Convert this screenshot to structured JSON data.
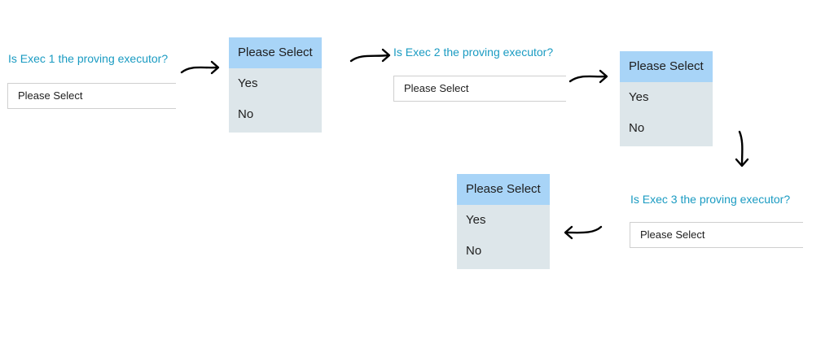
{
  "step1": {
    "question": "Is Exec 1 the proving executor?",
    "select_value": "Please Select",
    "options": [
      "Please Select",
      "Yes",
      "No"
    ]
  },
  "step2": {
    "question": "Is Exec 2 the proving executor?",
    "select_value": "Please Select",
    "options": [
      "Please Select",
      "Yes",
      "No"
    ]
  },
  "step3": {
    "question": "Is Exec 3 the proving executor?",
    "select_value": "Please Select",
    "options": [
      "Please Select",
      "Yes",
      "No"
    ]
  },
  "arrows": [
    {
      "icon": "arrow-right-icon"
    },
    {
      "icon": "arrow-right-icon"
    },
    {
      "icon": "arrow-right-icon"
    },
    {
      "icon": "arrow-down-icon"
    },
    {
      "icon": "arrow-left-icon"
    }
  ],
  "colors": {
    "question_text": "#1a9bc2",
    "dropdown_bg": "#dde6ea",
    "selected_option_bg": "#a8d4f7",
    "select_border": "#cfcfcf"
  }
}
